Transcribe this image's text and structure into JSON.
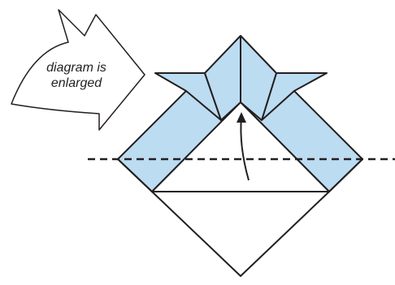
{
  "callout": {
    "line1": "diagram is",
    "line2": "enlarged"
  },
  "colors": {
    "paper_colored": "#bcdcf1",
    "paper_white": "#ffffff",
    "line": "#231f20"
  },
  "icons": {
    "callout": "arrow-callout-shape",
    "fold_arrow": "curved-arrow-up",
    "fold_line": "dashed-fold-line"
  }
}
